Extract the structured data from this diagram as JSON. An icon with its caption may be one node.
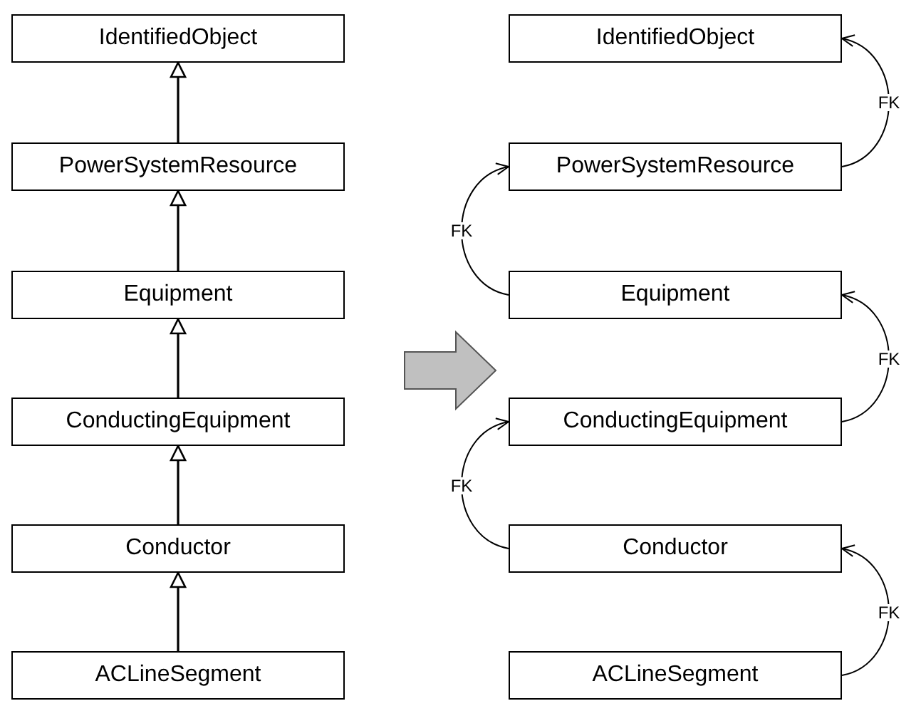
{
  "diagram": {
    "nodes": [
      {
        "text": [
          "IdentifiedObject"
        ]
      },
      {
        "text": [
          "PowerSystemResource"
        ]
      },
      {
        "text": [
          "Equipment"
        ]
      },
      {
        "text": [
          "ConductingEquipment"
        ]
      },
      {
        "text": [
          "Conductor"
        ]
      },
      {
        "text": [
          "ACLineSegment"
        ]
      },
      {
        "text": [
          "IdentifiedObject"
        ]
      },
      {
        "text": [
          "PowerSystemResource"
        ]
      },
      {
        "text": [
          "Equipment"
        ]
      },
      {
        "text": [
          "ConductingEquipment"
        ]
      },
      {
        "text": [
          "Conductor"
        ]
      },
      {
        "text": [
          "ACLineSegment"
        ]
      }
    ],
    "edges": [
      {
        "from": 1,
        "to": 0,
        "arrow": "to"
      },
      {
        "from": 2,
        "to": 1,
        "arrow": "to"
      },
      {
        "from": 3,
        "to": 2,
        "arrow": "to"
      },
      {
        "from": 4,
        "to": 3,
        "arrow": "to"
      },
      {
        "from": 5,
        "to": 4,
        "arrow": "to"
      },
      {
        "from": 7,
        "to": 6,
        "arrow": "to",
        "label": "FK"
      },
      {
        "from": 8,
        "to": 7,
        "arrow": "to",
        "label": "FK"
      },
      {
        "from": 9,
        "to": 8,
        "arrow": "to",
        "label": "FK"
      },
      {
        "from": 10,
        "to": 9,
        "arrow": "to",
        "label": "FK"
      },
      {
        "from": 11,
        "to": 10,
        "arrow": "to",
        "label": "FK"
      }
    ]
  }
}
